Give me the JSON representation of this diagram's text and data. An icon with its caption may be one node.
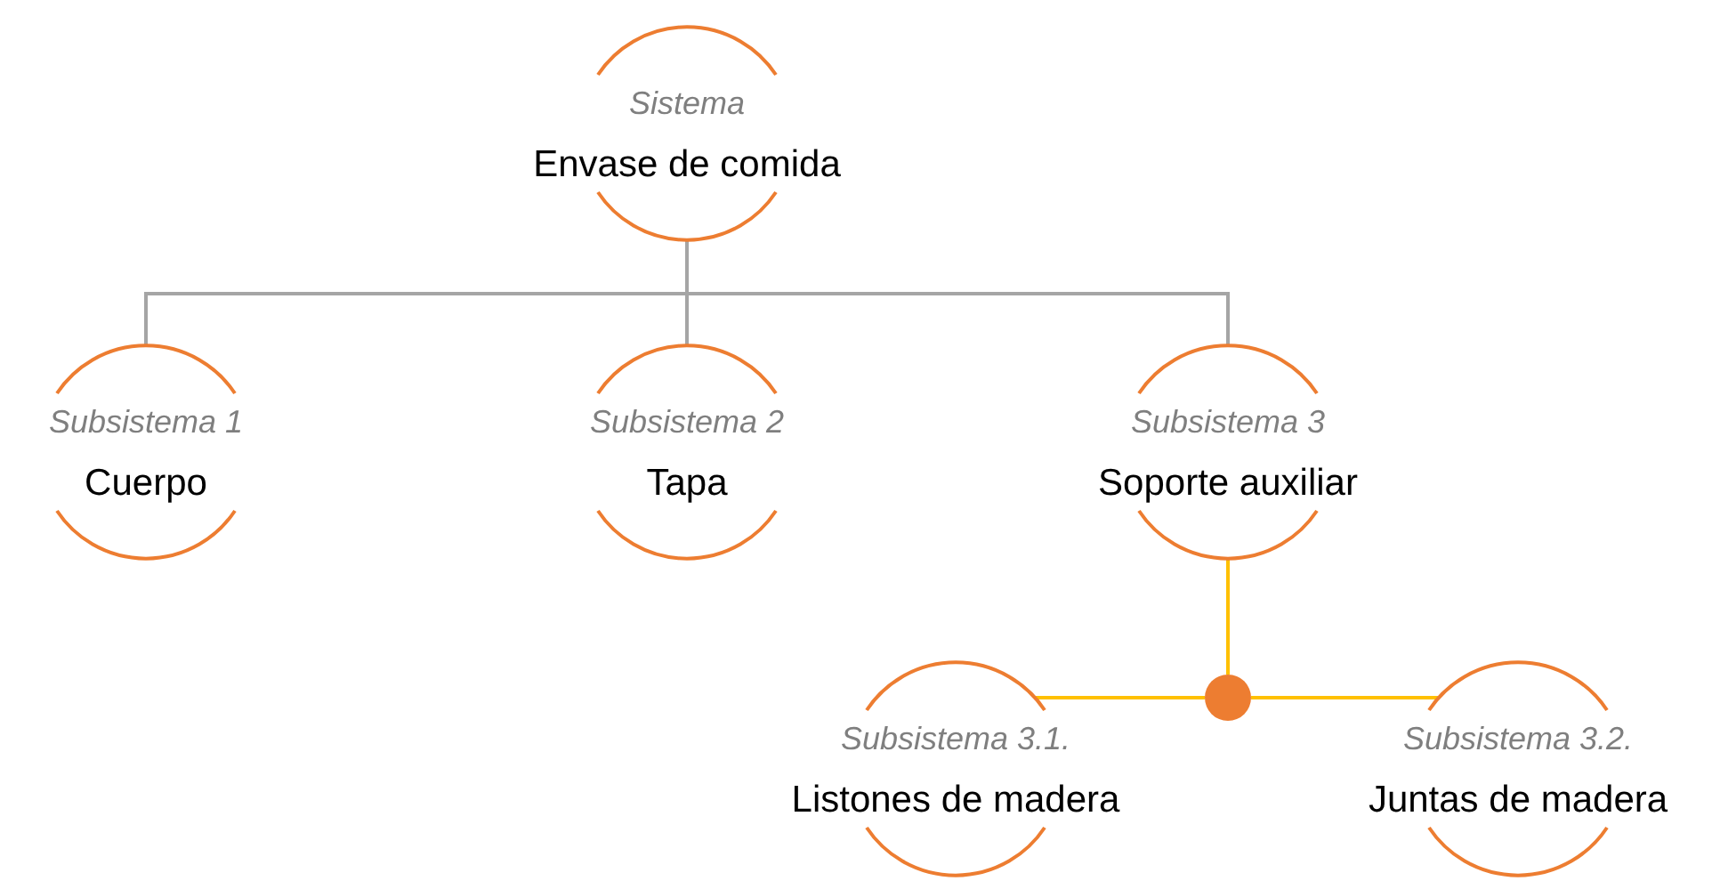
{
  "diagram": {
    "nodes": [
      {
        "text": [
          "Sistema",
          "Envase de comida"
        ]
      },
      {
        "text": [
          "Subsistema 1",
          "Cuerpo"
        ]
      },
      {
        "text": [
          "Subsistema 2",
          "Tapa"
        ]
      },
      {
        "text": [
          "Subsistema 3",
          "Soporte auxiliar"
        ]
      },
      {
        "text": [],
        "shape": "circle"
      },
      {
        "text": [
          "Subsistema 3.1.",
          "Listones de madera"
        ]
      },
      {
        "text": [
          "Subsistema 3.2.",
          "Juntas de madera"
        ]
      }
    ],
    "edges": [
      {
        "from": 0,
        "to": 1,
        "arrow": "none"
      },
      {
        "from": 0,
        "to": 2,
        "arrow": "none"
      },
      {
        "from": 0,
        "to": 3,
        "arrow": "none"
      },
      {
        "from": 3,
        "to": 4,
        "arrow": "none",
        "color": "#ffc000"
      },
      {
        "from": 4,
        "to": 5,
        "arrow": "none",
        "color": "#ffc000"
      },
      {
        "from": 4,
        "to": 6,
        "arrow": "none",
        "color": "#ffc000"
      }
    ]
  }
}
